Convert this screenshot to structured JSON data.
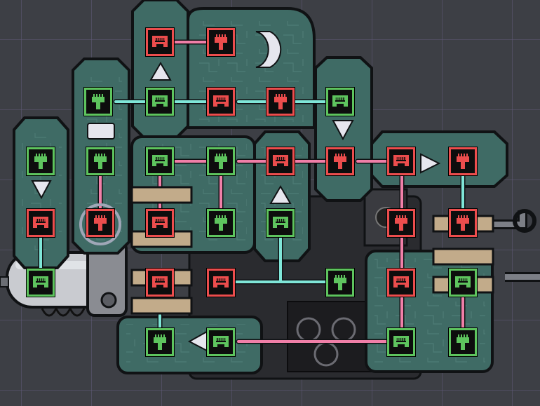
{
  "scene": {
    "colors": {
      "panel": "#3f6b65",
      "panel_dark": "#2c4a47",
      "panel_inner": "#4c7d76",
      "outline": "#101214",
      "wire_red": "#f07fa8",
      "wire_green": "#7fe6d8",
      "port_red": "#ec4d4d",
      "port_green": "#5ec45e",
      "gate_white": "#e6e6ee"
    }
  },
  "ports": [
    {
      "id": "p1",
      "state": "red",
      "glyph": "down"
    },
    {
      "id": "p2",
      "state": "red",
      "glyph": "up"
    },
    {
      "id": "p3",
      "state": "green",
      "glyph": "up"
    },
    {
      "id": "p4",
      "state": "green",
      "glyph": "down"
    },
    {
      "id": "p5",
      "state": "red",
      "glyph": "down"
    },
    {
      "id": "p6",
      "state": "red",
      "glyph": "up"
    },
    {
      "id": "p7",
      "state": "green",
      "glyph": "down"
    },
    {
      "id": "p8",
      "state": "green",
      "glyph": "up"
    },
    {
      "id": "p9",
      "state": "green",
      "glyph": "up"
    },
    {
      "id": "p10",
      "state": "green",
      "glyph": "down"
    },
    {
      "id": "p11",
      "state": "green",
      "glyph": "up"
    },
    {
      "id": "p12",
      "state": "red",
      "glyph": "down"
    },
    {
      "id": "p13",
      "state": "red",
      "glyph": "up"
    },
    {
      "id": "p14",
      "state": "red",
      "glyph": "down"
    },
    {
      "id": "p15",
      "state": "red",
      "glyph": "up"
    },
    {
      "id": "p16",
      "state": "red",
      "glyph": "up"
    },
    {
      "id": "p17",
      "state": "red",
      "glyph": "down"
    },
    {
      "id": "p18",
      "state": "green",
      "glyph": "up"
    },
    {
      "id": "p19",
      "state": "green",
      "glyph": "down"
    },
    {
      "id": "p20",
      "state": "green",
      "glyph": "down"
    },
    {
      "id": "p21",
      "state": "red",
      "glyph": "down"
    },
    {
      "id": "p22",
      "state": "red",
      "glyph": "up"
    },
    {
      "id": "p23",
      "state": "green",
      "glyph": "up"
    },
    {
      "id": "p24",
      "state": "red",
      "glyph": "down"
    },
    {
      "id": "p25",
      "state": "red",
      "glyph": "down"
    },
    {
      "id": "p26",
      "state": "green",
      "glyph": "down"
    },
    {
      "id": "p27",
      "state": "green",
      "glyph": "up"
    },
    {
      "id": "p28",
      "state": "green",
      "glyph": "down"
    },
    {
      "id": "p29",
      "state": "green",
      "glyph": "down"
    },
    {
      "id": "p30",
      "state": "green",
      "glyph": "up"
    },
    {
      "id": "p31",
      "state": "red",
      "glyph": "down"
    },
    {
      "id": "p32",
      "state": "red",
      "glyph": "up"
    },
    {
      "id": "p33",
      "state": "red",
      "glyph": "down"
    },
    {
      "id": "p34",
      "state": "red",
      "glyph": "up"
    },
    {
      "id": "p35",
      "state": "green",
      "glyph": "up"
    }
  ]
}
